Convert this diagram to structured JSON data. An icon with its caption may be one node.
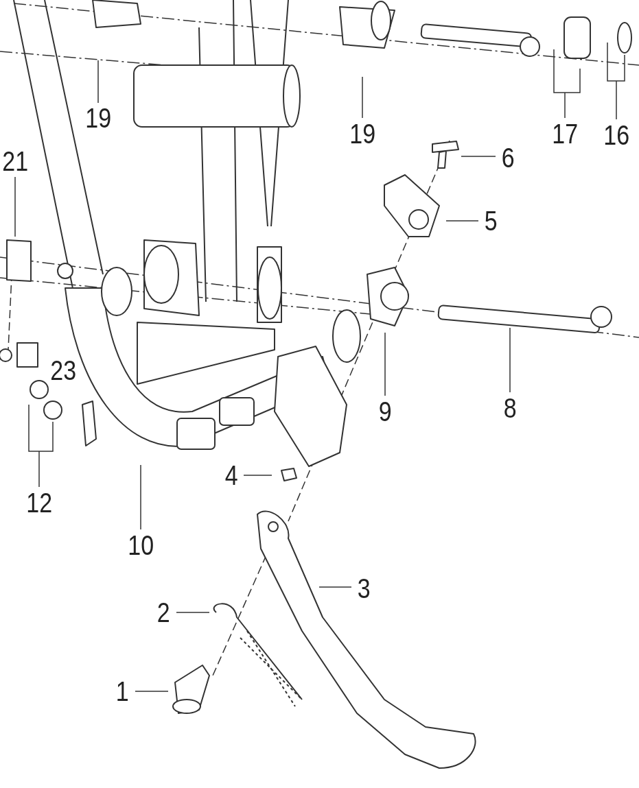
{
  "diagram": {
    "nodes": [
      {
        "text": [
          "19"
        ]
      },
      {
        "text": [
          "19"
        ]
      },
      {
        "text": [
          "17"
        ]
      },
      {
        "text": [
          "16"
        ]
      },
      {
        "text": [
          "21"
        ]
      },
      {
        "text": [
          "6"
        ]
      },
      {
        "text": [
          "5"
        ]
      },
      {
        "text": [
          "9"
        ]
      },
      {
        "text": [
          "8"
        ]
      },
      {
        "text": [
          "12"
        ]
      },
      {
        "text": [
          "4"
        ]
      },
      {
        "text": [
          "10"
        ]
      },
      {
        "text": [
          "3"
        ]
      },
      {
        "text": [
          "2"
        ]
      },
      {
        "text": [
          "1"
        ]
      }
    ],
    "edges": [
      {
        "from": 0,
        "to": null,
        "arrow": "none"
      },
      {
        "from": 1,
        "to": null,
        "arrow": "none"
      },
      {
        "from": 2,
        "to": null,
        "arrow": "none"
      },
      {
        "from": 3,
        "to": null,
        "arrow": "none"
      },
      {
        "from": 4,
        "to": null,
        "arrow": "none"
      },
      {
        "from": 5,
        "to": null,
        "arrow": "none"
      },
      {
        "from": 6,
        "to": null,
        "arrow": "none"
      },
      {
        "from": 7,
        "to": null,
        "arrow": "none"
      },
      {
        "from": 8,
        "to": null,
        "arrow": "none"
      },
      {
        "from": 9,
        "to": null,
        "arrow": "none"
      },
      {
        "from": 10,
        "to": null,
        "arrow": "none"
      },
      {
        "from": 11,
        "to": null,
        "arrow": "none"
      },
      {
        "from": 12,
        "to": null,
        "arrow": "none"
      },
      {
        "from": 13,
        "to": null,
        "arrow": "none"
      },
      {
        "from": 14,
        "to": null,
        "arrow": "none"
      }
    ],
    "labels": [
      "23"
    ]
  }
}
